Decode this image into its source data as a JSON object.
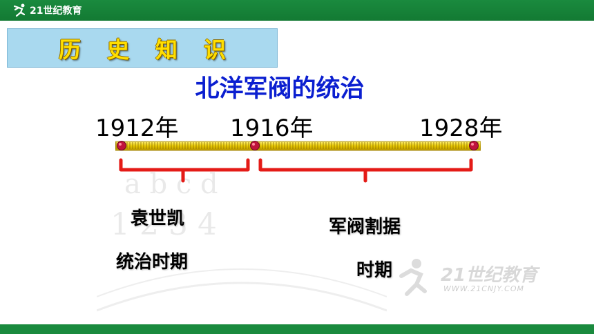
{
  "logo": {
    "text": "21世纪教育",
    "watermark_text": "21世纪教育",
    "watermark_url": "WWW.21CNJY.COM"
  },
  "title": "历史知识",
  "heading": "北洋军阀的统治",
  "years": [
    "1912年",
    "1916年",
    "1928年"
  ],
  "periods": [
    {
      "lines": [
        "袁世凯",
        "统治时期"
      ]
    },
    {
      "lines": [
        "军阀割据",
        "时期"
      ]
    }
  ],
  "colors": {
    "top_bar": "#1a8a3e",
    "title_box": "#a9d9ef",
    "title_text": "#ffde00",
    "heading": "#0b1fd0",
    "bracket": "#e41b17",
    "ruler": "#e8c800",
    "marker": "#c0143c"
  }
}
